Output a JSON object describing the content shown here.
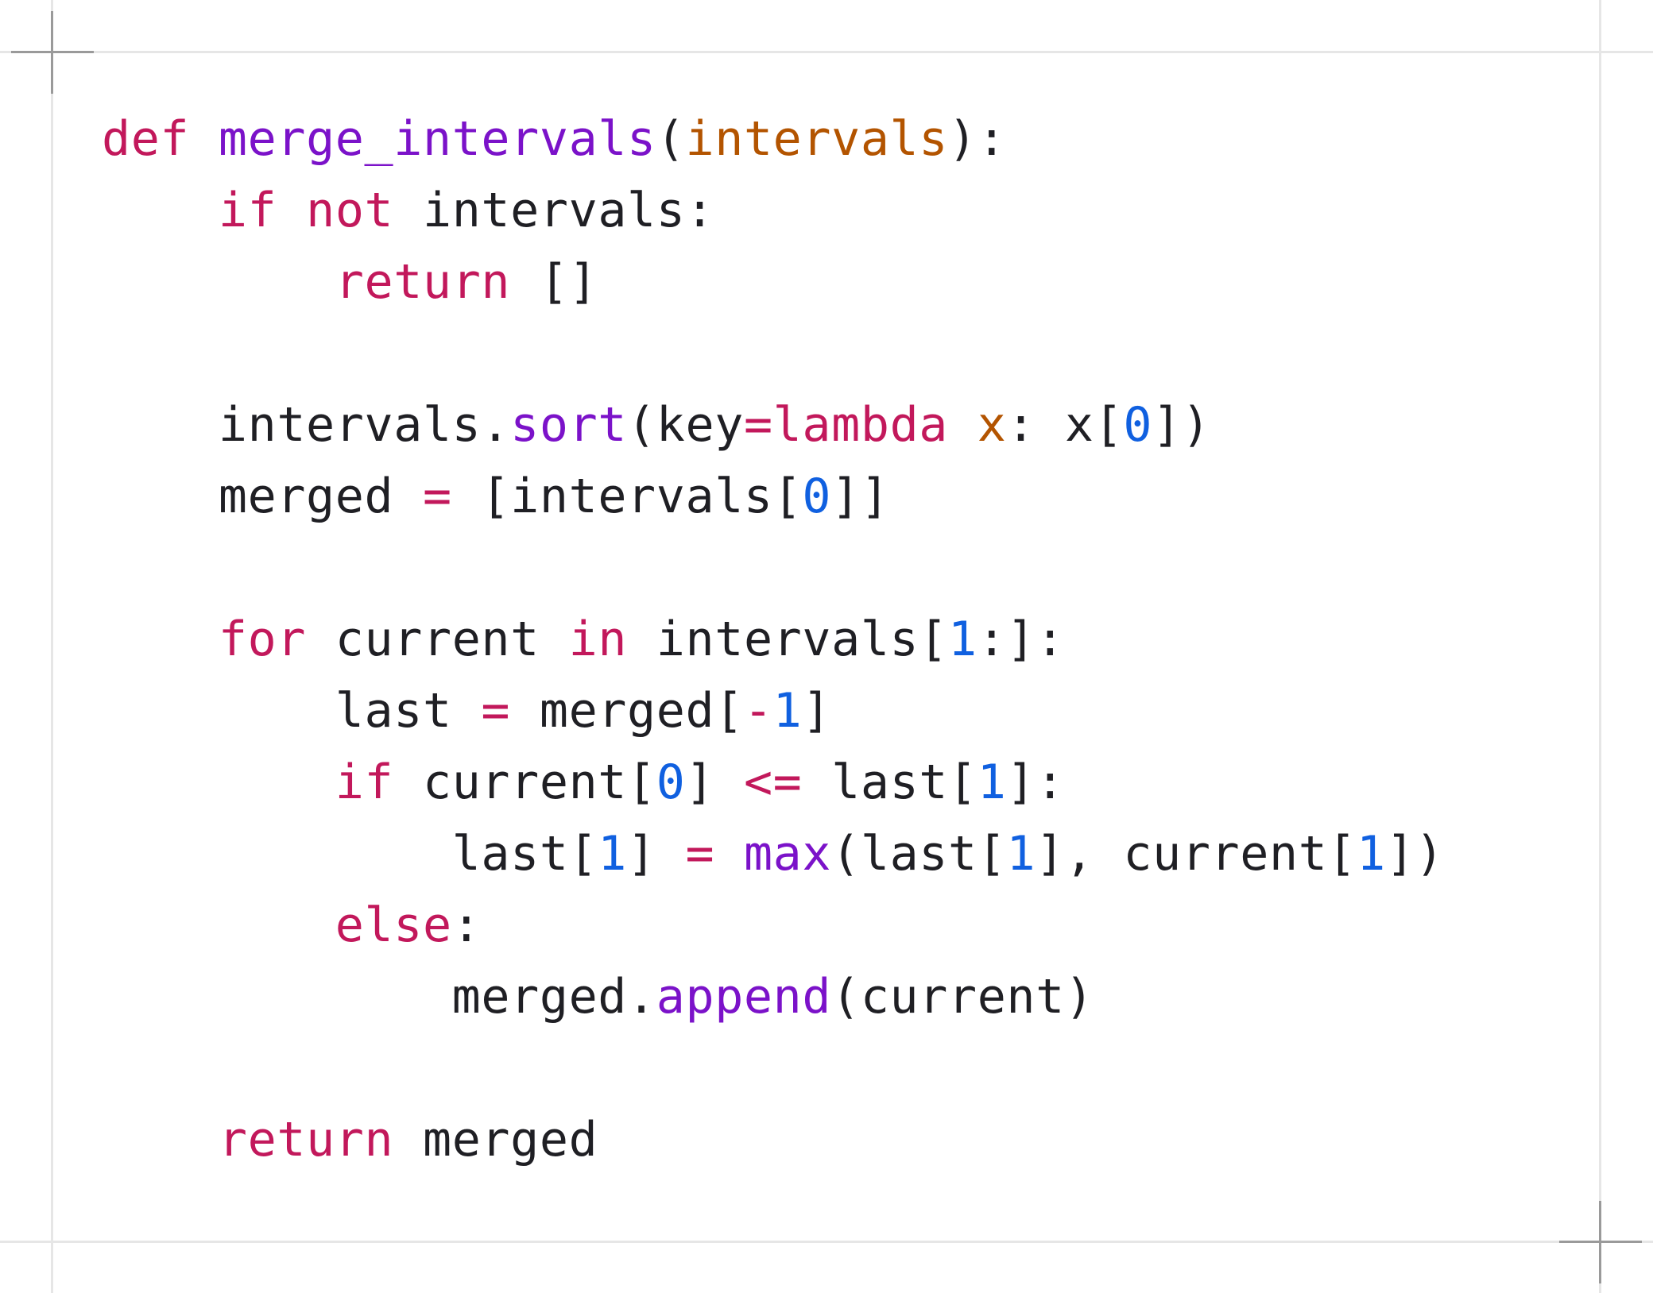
{
  "code_lines": [
    [
      {
        "t": "def",
        "c": "kw"
      },
      {
        "t": " ",
        "c": ""
      },
      {
        "t": "merge_intervals",
        "c": "fn"
      },
      {
        "t": "(",
        "c": ""
      },
      {
        "t": "intervals",
        "c": "param"
      },
      {
        "t": "):",
        "c": ""
      }
    ],
    [
      {
        "t": "    ",
        "c": ""
      },
      {
        "t": "if",
        "c": "kw"
      },
      {
        "t": " ",
        "c": ""
      },
      {
        "t": "not",
        "c": "kw"
      },
      {
        "t": " intervals:",
        "c": ""
      }
    ],
    [
      {
        "t": "        ",
        "c": ""
      },
      {
        "t": "return",
        "c": "kw"
      },
      {
        "t": " []",
        "c": ""
      }
    ],
    [],
    [
      {
        "t": "    intervals.",
        "c": ""
      },
      {
        "t": "sort",
        "c": "fn"
      },
      {
        "t": "(key",
        "c": ""
      },
      {
        "t": "=",
        "c": "op"
      },
      {
        "t": "lambda",
        "c": "kw"
      },
      {
        "t": " ",
        "c": ""
      },
      {
        "t": "x",
        "c": "param"
      },
      {
        "t": ": x[",
        "c": ""
      },
      {
        "t": "0",
        "c": "num"
      },
      {
        "t": "])",
        "c": ""
      }
    ],
    [
      {
        "t": "    merged ",
        "c": ""
      },
      {
        "t": "=",
        "c": "op"
      },
      {
        "t": " [intervals[",
        "c": ""
      },
      {
        "t": "0",
        "c": "num"
      },
      {
        "t": "]]",
        "c": ""
      }
    ],
    [],
    [
      {
        "t": "    ",
        "c": ""
      },
      {
        "t": "for",
        "c": "kw"
      },
      {
        "t": " current ",
        "c": ""
      },
      {
        "t": "in",
        "c": "kw"
      },
      {
        "t": " intervals[",
        "c": ""
      },
      {
        "t": "1",
        "c": "num"
      },
      {
        "t": ":]:",
        "c": ""
      }
    ],
    [
      {
        "t": "        last ",
        "c": ""
      },
      {
        "t": "=",
        "c": "op"
      },
      {
        "t": " merged[",
        "c": ""
      },
      {
        "t": "-",
        "c": "op"
      },
      {
        "t": "1",
        "c": "num"
      },
      {
        "t": "]",
        "c": ""
      }
    ],
    [
      {
        "t": "        ",
        "c": ""
      },
      {
        "t": "if",
        "c": "kw"
      },
      {
        "t": " current[",
        "c": ""
      },
      {
        "t": "0",
        "c": "num"
      },
      {
        "t": "] ",
        "c": ""
      },
      {
        "t": "<=",
        "c": "op"
      },
      {
        "t": " last[",
        "c": ""
      },
      {
        "t": "1",
        "c": "num"
      },
      {
        "t": "]:",
        "c": ""
      }
    ],
    [
      {
        "t": "            last[",
        "c": ""
      },
      {
        "t": "1",
        "c": "num"
      },
      {
        "t": "] ",
        "c": ""
      },
      {
        "t": "=",
        "c": "op"
      },
      {
        "t": " ",
        "c": ""
      },
      {
        "t": "max",
        "c": "fn"
      },
      {
        "t": "(last[",
        "c": ""
      },
      {
        "t": "1",
        "c": "num"
      },
      {
        "t": "], current[",
        "c": ""
      },
      {
        "t": "1",
        "c": "num"
      },
      {
        "t": "])",
        "c": ""
      }
    ],
    [
      {
        "t": "        ",
        "c": ""
      },
      {
        "t": "else",
        "c": "kw"
      },
      {
        "t": ":",
        "c": ""
      }
    ],
    [
      {
        "t": "            merged.",
        "c": ""
      },
      {
        "t": "append",
        "c": "fn"
      },
      {
        "t": "(current)",
        "c": ""
      }
    ],
    [],
    [
      {
        "t": "    ",
        "c": ""
      },
      {
        "t": "return",
        "c": "kw"
      },
      {
        "t": " merged",
        "c": ""
      }
    ]
  ],
  "colors": {
    "keyword": "#c2185b",
    "function": "#7b12c9",
    "parameter": "#b35400",
    "number": "#1060e0",
    "text": "#1f1f24",
    "guide": "#e6e6e6",
    "crosshair": "#9a9a9a"
  }
}
